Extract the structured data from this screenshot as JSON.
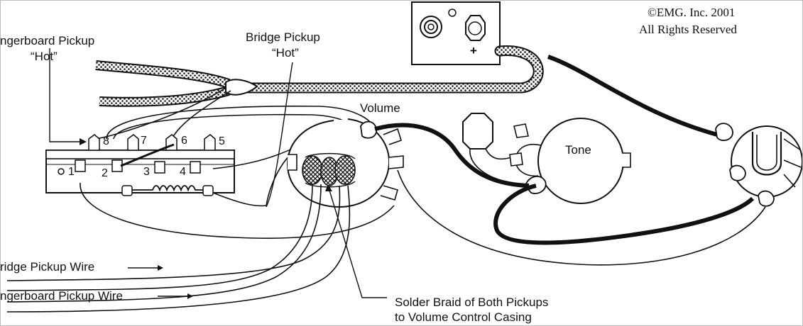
{
  "copyright": {
    "line1": "©EMG. Inc. 2001",
    "line2": "All Rights Reserved"
  },
  "labels": {
    "fingerboard_pickup_hot_1": "ngerboard Pickup",
    "fingerboard_pickup_hot_2": "“Hot”",
    "bridge_pickup_hot_1": "Bridge Pickup",
    "bridge_pickup_hot_2": "“Hot”",
    "volume": "Volume",
    "tone": "Tone",
    "bridge_pickup_wire": "ridge Pickup Wire",
    "fingerboard_pickup_wire": "ngerboard Pickup Wire",
    "solder_braid_1": "Solder Braid of Both Pickups",
    "solder_braid_2": "to Volume Control Casing",
    "jack_plus": "+"
  },
  "switch_terminals": [
    "1",
    "2",
    "3",
    "4",
    "5",
    "6",
    "7",
    "8"
  ]
}
